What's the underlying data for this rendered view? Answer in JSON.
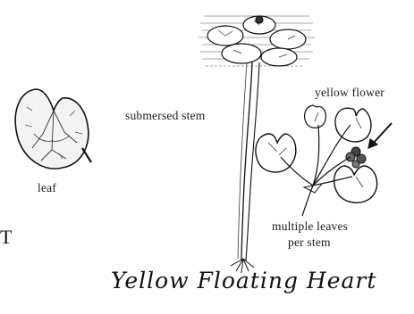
{
  "labels": {
    "leaf": "leaf",
    "submersed_stem": "submersed stem",
    "yellow_flower": "yellow flower",
    "multiple_leaves_line1": "multiple leaves",
    "multiple_leaves_line2": "per stem",
    "edge_letter": "T"
  },
  "title": "Yellow Floating Heart"
}
